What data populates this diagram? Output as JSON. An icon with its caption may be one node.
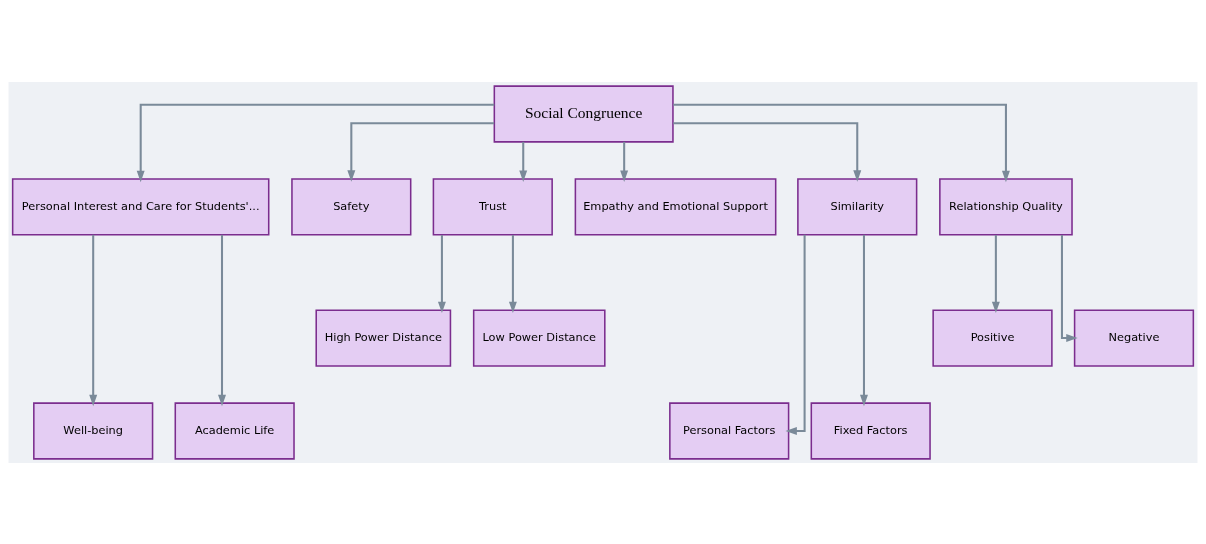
{
  "diagram": {
    "nodes": [
      {
        "text": [
          "Social Congruence"
        ]
      },
      {
        "text": [
          "Personal Interest and Care for Students'..."
        ]
      },
      {
        "text": [
          "Safety"
        ]
      },
      {
        "text": [
          "Trust"
        ]
      },
      {
        "text": [
          "Empathy and Emotional Support"
        ]
      },
      {
        "text": [
          "Similarity"
        ]
      },
      {
        "text": [
          "Relationship Quality"
        ]
      },
      {
        "text": [
          "High Power Distance"
        ]
      },
      {
        "text": [
          "Low Power Distance"
        ]
      },
      {
        "text": [
          "Positive"
        ]
      },
      {
        "text": [
          "Negative"
        ]
      },
      {
        "text": [
          "Well-being"
        ]
      },
      {
        "text": [
          "Academic Life"
        ]
      },
      {
        "text": [
          "Personal Factors"
        ]
      },
      {
        "text": [
          "Fixed Factors"
        ]
      }
    ],
    "edges": [
      {
        "from": 0,
        "to": 1,
        "arrow": "to"
      },
      {
        "from": 0,
        "to": 2,
        "arrow": "to"
      },
      {
        "from": 0,
        "to": 3,
        "arrow": "to"
      },
      {
        "from": 0,
        "to": 4,
        "arrow": "to"
      },
      {
        "from": 0,
        "to": 5,
        "arrow": "to"
      },
      {
        "from": 0,
        "to": 6,
        "arrow": "to"
      },
      {
        "from": 3,
        "to": 7,
        "arrow": "to"
      },
      {
        "from": 3,
        "to": 8,
        "arrow": "to"
      },
      {
        "from": 6,
        "to": 9,
        "arrow": "to"
      },
      {
        "from": 6,
        "to": 10,
        "arrow": "to"
      },
      {
        "from": 1,
        "to": 11,
        "arrow": "to"
      },
      {
        "from": 1,
        "to": 12,
        "arrow": "to"
      },
      {
        "from": 5,
        "to": 13,
        "arrow": "to"
      },
      {
        "from": 5,
        "to": 14,
        "arrow": "to"
      }
    ]
  }
}
